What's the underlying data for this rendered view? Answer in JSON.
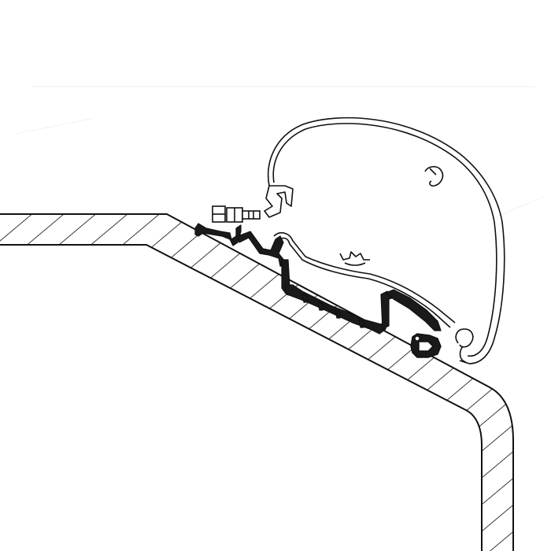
{
  "colors": {
    "background": "#ffffff",
    "ink": "#111111",
    "profile_fill": "#1a1a1a",
    "hatch": "#222222",
    "faint": "#f4f4f4"
  },
  "parts": [
    "vehicle-roof-wall-section",
    "awning-casing-profile",
    "roof-mounting-adapter-rail",
    "mounting-bolt",
    "casing-end-clip"
  ]
}
